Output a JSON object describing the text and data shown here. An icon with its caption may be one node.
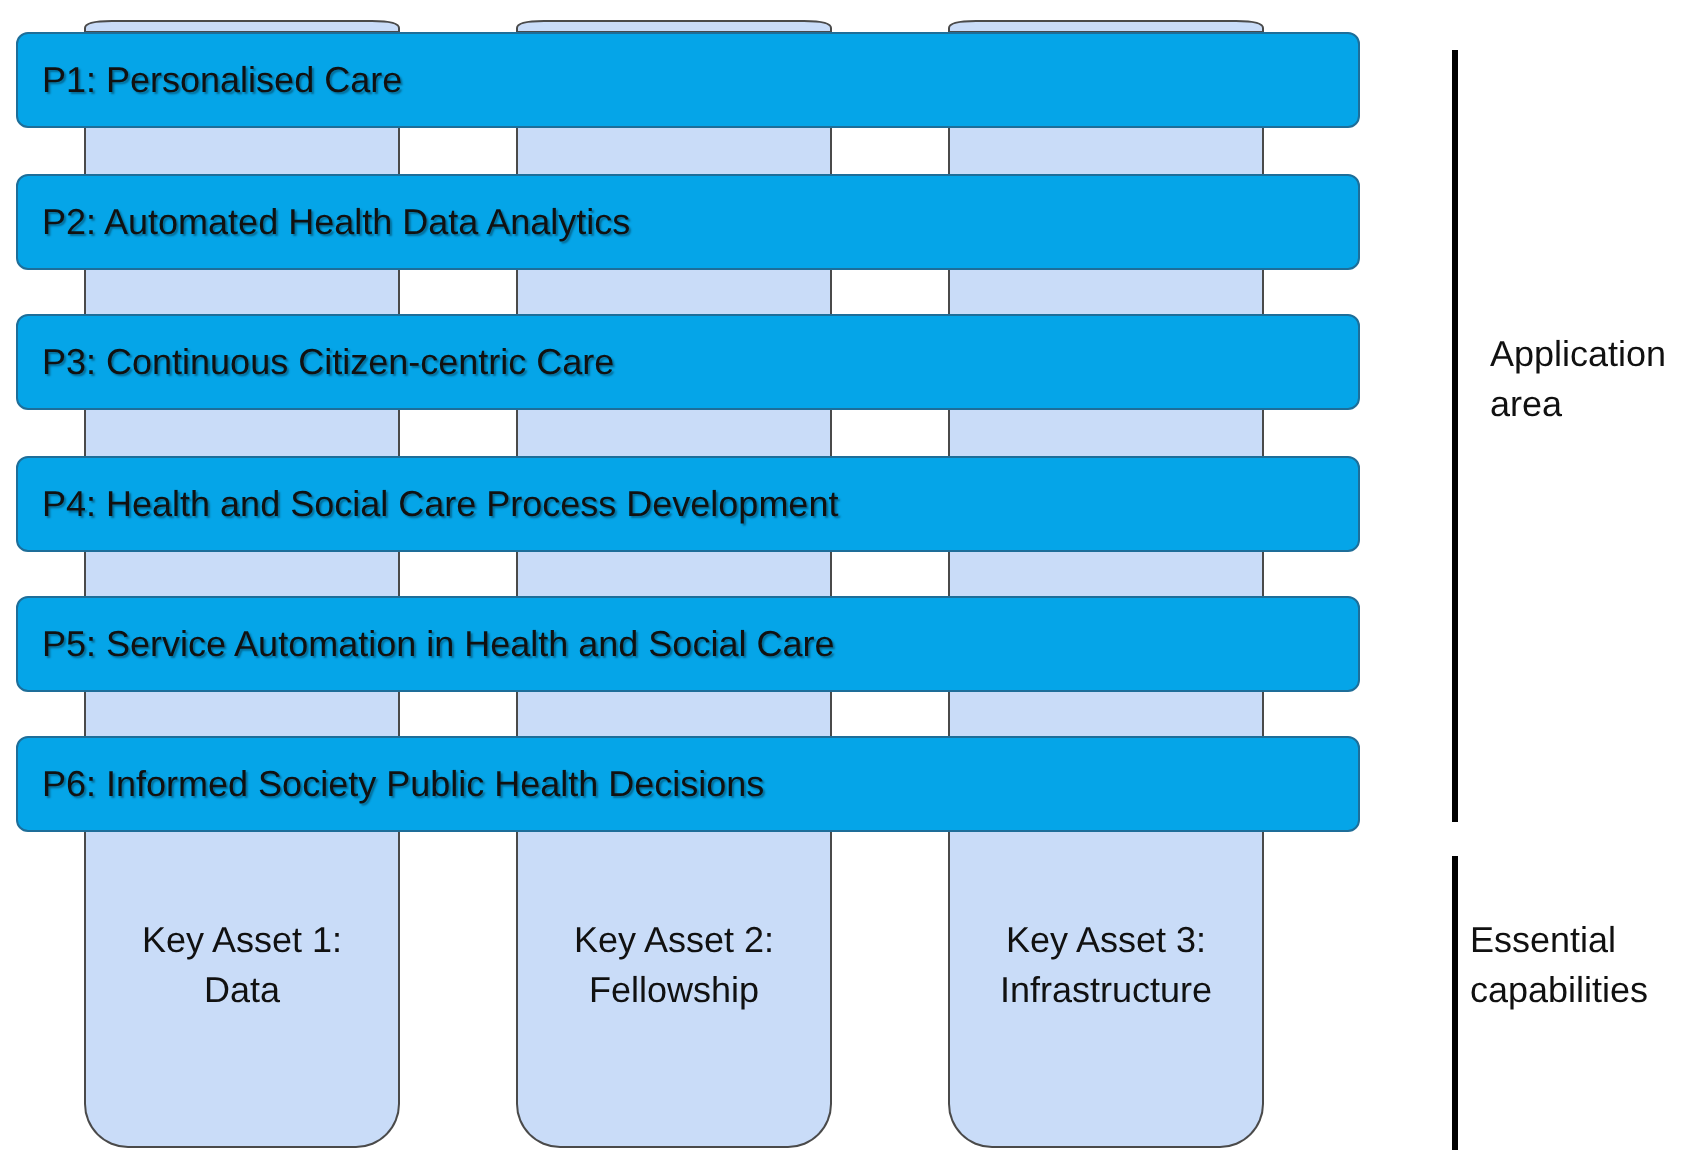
{
  "diagram": {
    "nodes": [
      {
        "text": [
          "P1: Personalised Care"
        ]
      },
      {
        "text": [
          "P2: Automated Health Data Analytics"
        ]
      },
      {
        "text": [
          "P3: Continuous Citizen-centric Care"
        ]
      },
      {
        "text": [
          "P4: Health and Social Care Process Development"
        ]
      },
      {
        "text": [
          "P5: Service Automation in Health and Social Care"
        ]
      },
      {
        "text": [
          "P6: Informed Society Public Health Decisions"
        ]
      },
      {
        "text": [
          "Key Asset 1: Data"
        ]
      },
      {
        "text": [
          "Key Asset 2: Fellowship"
        ]
      },
      {
        "text": [
          "Key Asset 3: Infrastructure"
        ]
      }
    ],
    "labels": [
      "Application area",
      "Essential capabilities"
    ]
  }
}
